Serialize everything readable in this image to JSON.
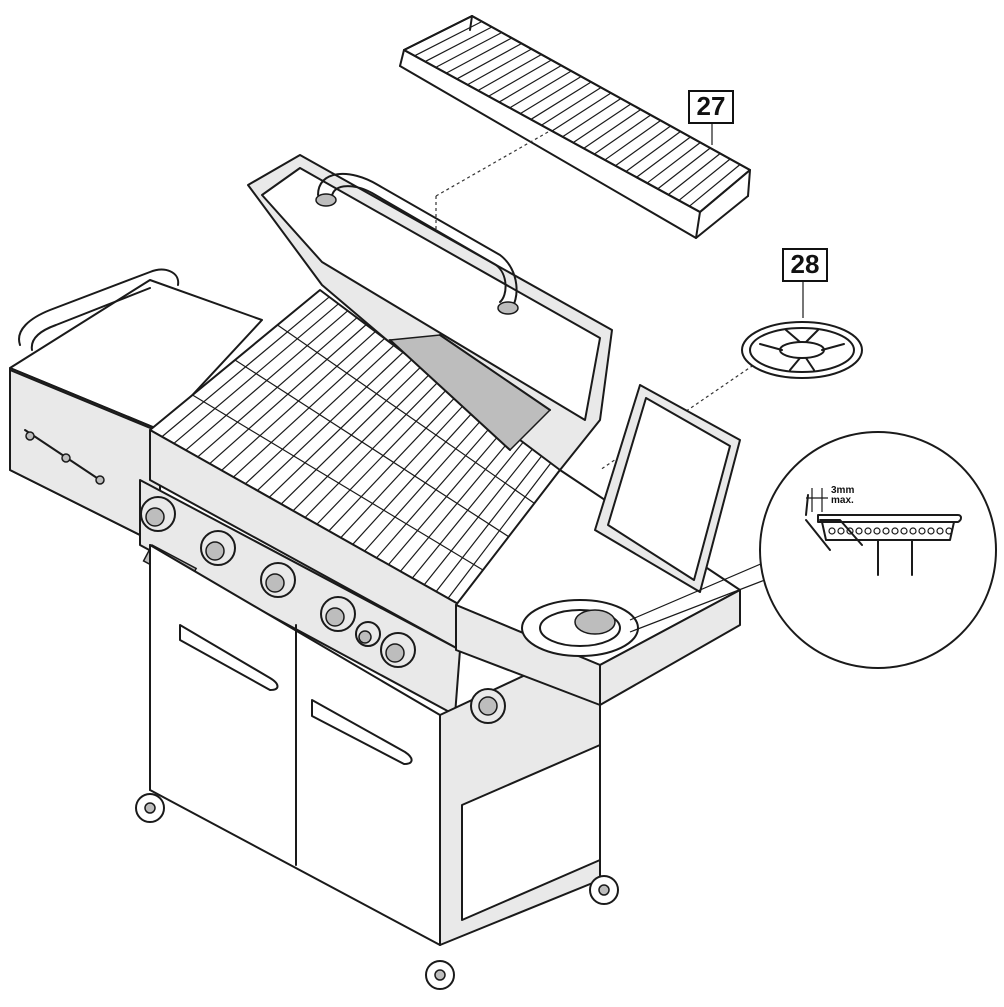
{
  "callouts": {
    "part_27": "27",
    "part_28": "28"
  },
  "detail": {
    "gap_label_line1": "3mm",
    "gap_label_line2": "max."
  },
  "brand_plate": {
    "icon": "brand-plate-icon"
  }
}
